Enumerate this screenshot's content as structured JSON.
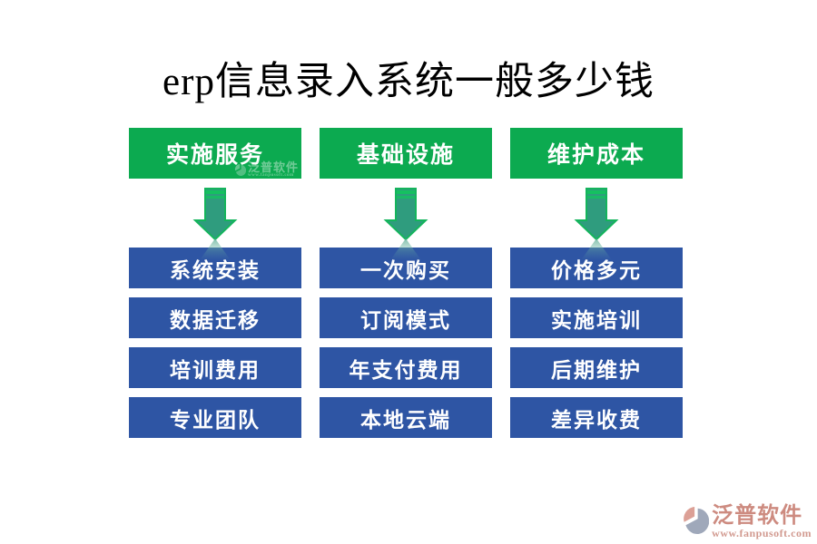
{
  "title": "erp信息录入系统一般多少钱",
  "columns": [
    {
      "header": "实施服务",
      "items": [
        "系统安装",
        "数据迁移",
        "培训费用",
        "专业团队"
      ]
    },
    {
      "header": "基础设施",
      "items": [
        "一次购买",
        "订阅模式",
        "年支付费用",
        "本地云端"
      ]
    },
    {
      "header": "维护成本",
      "items": [
        "价格多元",
        "实施培训",
        "后期维护",
        "差异收费"
      ]
    }
  ],
  "brand": {
    "name": "泛普软件",
    "url": "www.fanpusoft.com"
  },
  "header_watermark": {
    "name": "泛普软件",
    "sub": "www.fanpusoft.com"
  },
  "colors": {
    "header_green": "#0CAA50",
    "box_blue": "#2E55A4",
    "arrow_fill": "#2F9C7E",
    "arrow_edge": "#14B45C",
    "arrow_stripe": "#15C060",
    "brand_salmon": "#CD8B80",
    "title_color": "#000000"
  }
}
